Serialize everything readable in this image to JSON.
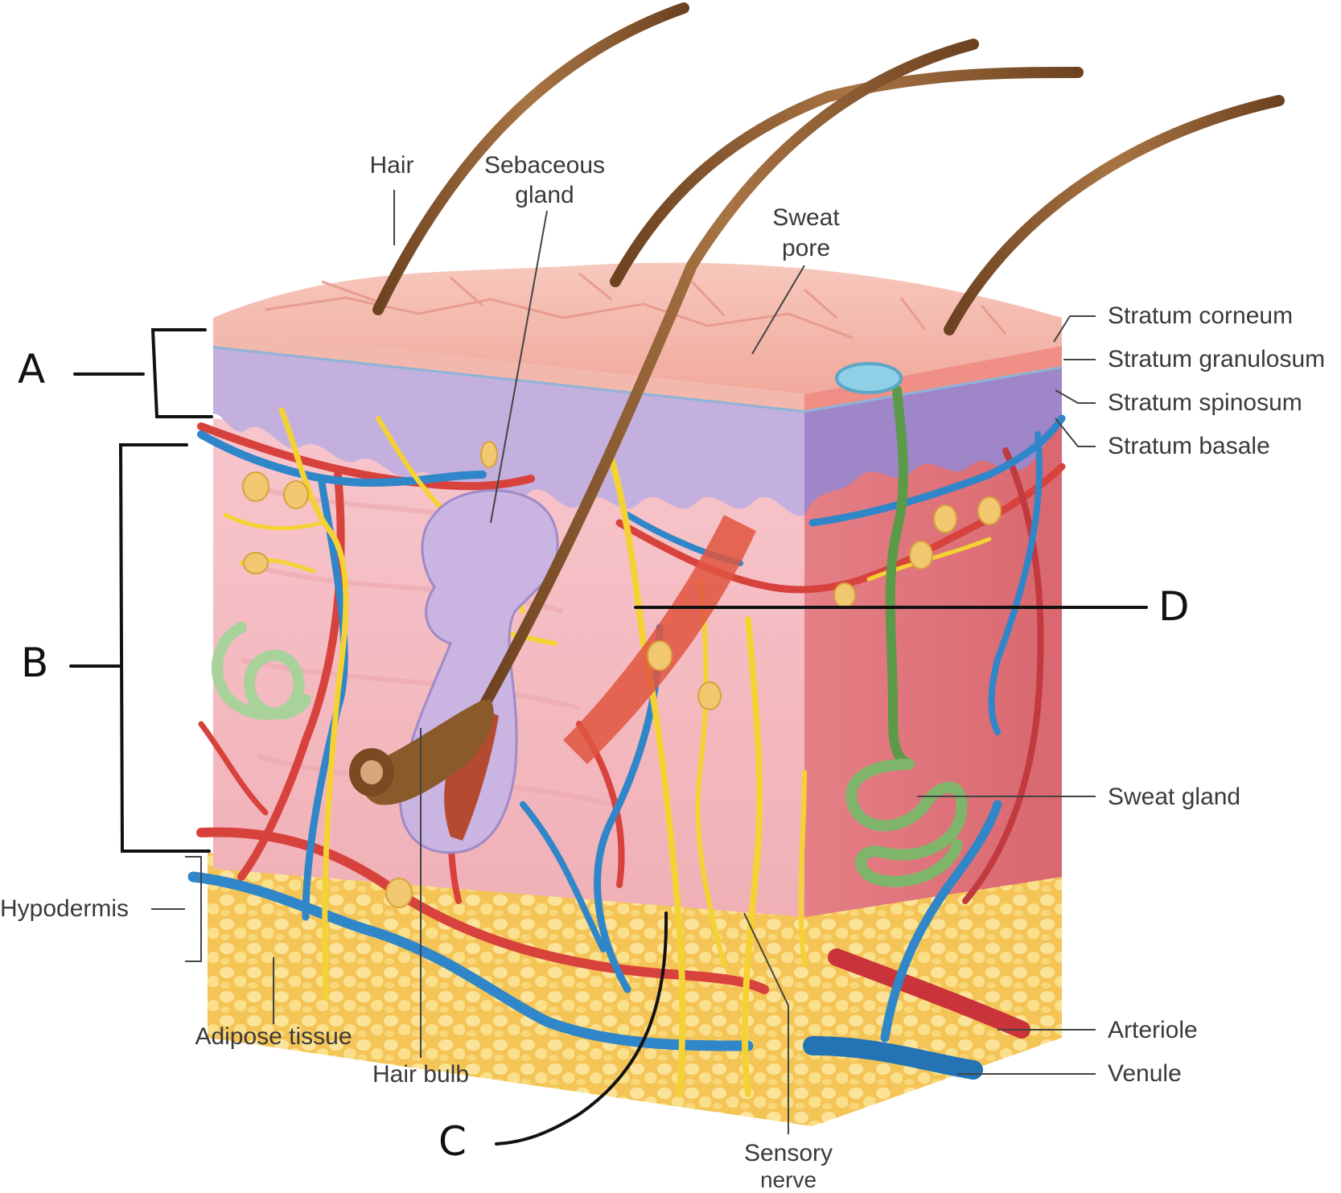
{
  "labels": {
    "hair": "Hair",
    "sebaceous_gland_line1": "Sebaceous",
    "sebaceous_gland_line2": "gland",
    "sweat_pore_line1": "Sweat",
    "sweat_pore_line2": "pore",
    "stratum_corneum": "Stratum corneum",
    "stratum_granulosum": "Stratum granulosum",
    "stratum_spinosum": "Stratum spinosum",
    "stratum_basale": "Stratum basale",
    "sweat_gland": "Sweat gland",
    "arteriole": "Arteriole",
    "venule": "Venule",
    "sensory_nerve_line1": "Sensory",
    "sensory_nerve_line2": "nerve",
    "hair_bulb": "Hair bulb",
    "adipose_tissue": "Adipose tissue",
    "hypodermis": "Hypodermis"
  },
  "handwritten": {
    "a": "A",
    "b": "B",
    "c": "C",
    "d": "D"
  },
  "colors": {
    "epidermis_surface": "#f3b3a8",
    "epidermis_spinosum": "#b9a6d6",
    "dermis": "#f4b9c0",
    "dermis_side": "#e07a7e",
    "adipose": "#f5c85a",
    "artery": "#d8423c",
    "vein": "#2f86c8",
    "nerve": "#f5d233",
    "hair": "#8a5a2b",
    "sweat_gland": "#7fb56b",
    "leader_line": "#444444"
  }
}
